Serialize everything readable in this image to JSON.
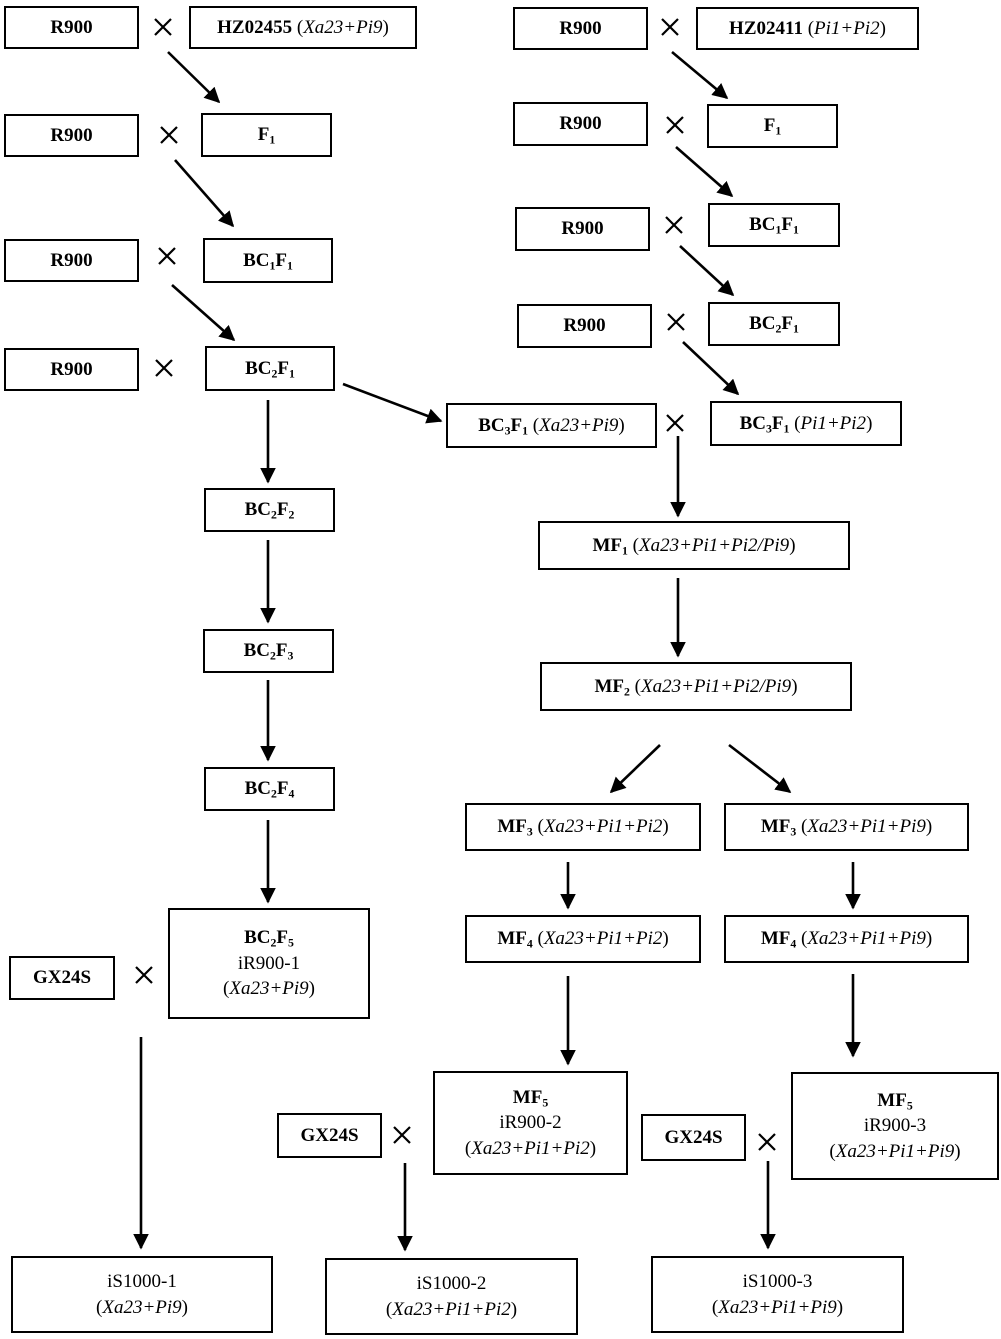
{
  "cross_symbol": "×",
  "nodes": {
    "r900_a1": "R900",
    "hz02455": {
      "name": "HZ02455",
      "genes": "Xa23+Pi9"
    },
    "r900_a2": "R900",
    "f1_left": {
      "base": "F",
      "sub": "1"
    },
    "r900_a3": "R900",
    "bc1f1_left": {
      "base1": "BC",
      "sub1": "1",
      "base2": "F",
      "sub2": "1"
    },
    "r900_a4": "R900",
    "bc2f1_left": {
      "base1": "BC",
      "sub1": "2",
      "base2": "F",
      "sub2": "1"
    },
    "r900_b1": "R900",
    "hz02411": {
      "name": "HZ02411",
      "genes": "Pi1+Pi2"
    },
    "r900_b2": "R900",
    "f1_right": {
      "base": "F",
      "sub": "1"
    },
    "r900_b3": "R900",
    "bc1f1_right": {
      "base1": "BC",
      "sub1": "1",
      "base2": "F",
      "sub2": "1"
    },
    "r900_b4": "R900",
    "bc2f1_right": {
      "base1": "BC",
      "sub1": "2",
      "base2": "F",
      "sub2": "1"
    },
    "bc3f1_left": {
      "base1": "BC",
      "sub1": "3",
      "base2": "F",
      "sub2": "1",
      "genes": "Xa23+Pi9"
    },
    "bc3f1_right": {
      "base1": "BC",
      "sub1": "3",
      "base2": "F",
      "sub2": "1",
      "genes": "Pi1+Pi2"
    },
    "bc2f2": {
      "base1": "BC",
      "sub1": "2",
      "base2": "F",
      "sub2": "2"
    },
    "bc2f3": {
      "base1": "BC",
      "sub1": "2",
      "base2": "F",
      "sub2": "3"
    },
    "bc2f4": {
      "base1": "BC",
      "sub1": "2",
      "base2": "F",
      "sub2": "4"
    },
    "bc2f5": {
      "base1": "BC",
      "sub1": "2",
      "base2": "F",
      "sub2": "5",
      "line": "iR900-1",
      "genes": "Xa23+Pi9"
    },
    "mf1": {
      "base": "MF",
      "sub": "1",
      "genes": "Xa23+Pi1+Pi2/Pi9"
    },
    "mf2": {
      "base": "MF",
      "sub": "2",
      "genes": "Xa23+Pi1+Pi2/Pi9"
    },
    "mf3_left": {
      "base": "MF",
      "sub": "3",
      "genes": "Xa23+Pi1+Pi2"
    },
    "mf3_right": {
      "base": "MF",
      "sub": "3",
      "genes": "Xa23+Pi1+Pi9"
    },
    "mf4_left": {
      "base": "MF",
      "sub": "4",
      "genes": "Xa23+Pi1+Pi2"
    },
    "mf4_right": {
      "base": "MF",
      "sub": "4",
      "genes": "Xa23+Pi1+Pi9"
    },
    "mf5_left": {
      "base": "MF",
      "sub": "5",
      "line": "iR900-2",
      "genes": "Xa23+Pi1+Pi2"
    },
    "mf5_right": {
      "base": "MF",
      "sub": "5",
      "line": "iR900-3",
      "genes": "Xa23+Pi1+Pi9"
    },
    "gx24s_1": "GX24S",
    "gx24s_2": "GX24S",
    "gx24s_3": "GX24S",
    "is1000_1": {
      "name": "iS1000-1",
      "genes": "Xa23+Pi9"
    },
    "is1000_2": {
      "name": "iS1000-2",
      "genes": "Xa23+Pi1+Pi2"
    },
    "is1000_3": {
      "name": "iS1000-3",
      "genes": "Xa23+Pi1+Pi9"
    }
  }
}
